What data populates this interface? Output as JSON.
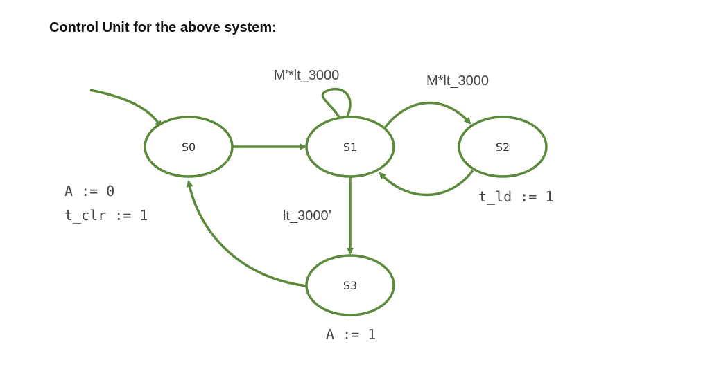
{
  "title": "Control Unit for the above system:",
  "colors": {
    "edge": "#5a8a3a",
    "text": "#444444",
    "title": "#111111"
  },
  "states": [
    {
      "id": "S0",
      "label": "S0"
    },
    {
      "id": "S1",
      "label": "S1"
    },
    {
      "id": "S2",
      "label": "S2"
    },
    {
      "id": "S3",
      "label": "S3"
    }
  ],
  "transitions": [
    {
      "from": "start",
      "to": "S0",
      "label": ""
    },
    {
      "from": "S0",
      "to": "S1",
      "label": ""
    },
    {
      "from": "S1",
      "to": "S1",
      "label": "M’*lt_3000"
    },
    {
      "from": "S1",
      "to": "S2",
      "label": "M*lt_3000"
    },
    {
      "from": "S2",
      "to": "S1",
      "label": ""
    },
    {
      "from": "S1",
      "to": "S3",
      "label": "lt_3000’"
    },
    {
      "from": "S3",
      "to": "S0",
      "label": ""
    }
  ],
  "actions": {
    "s0_line1": "A := 0",
    "s0_line2": "t_clr := 1",
    "s2": "t_ld := 1",
    "s3": "A := 1"
  }
}
